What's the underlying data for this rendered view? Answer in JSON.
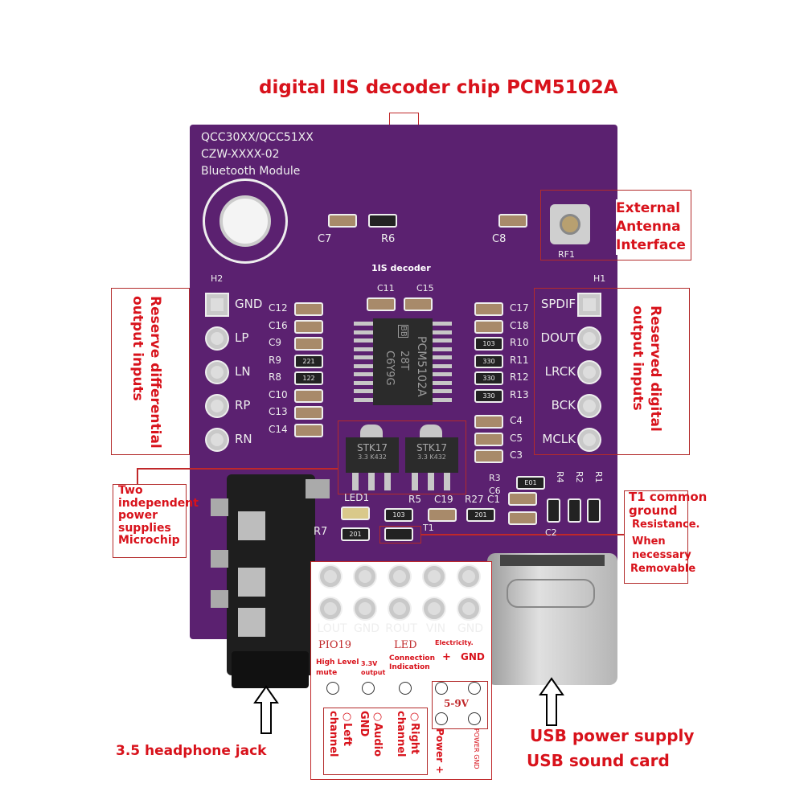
{
  "title": "digital IIS decoder chip PCM5102A",
  "board": {
    "silkscreen": [
      "QCC30XX/QCC51XX",
      "CZW-XXXX-02",
      "Bluetooth Module"
    ],
    "mount_labels": {
      "left": "H2",
      "right": "H1"
    },
    "rf_label": "RF1",
    "chip": {
      "lines": [
        "PCM5102A",
        "28T",
        "C6Y9G"
      ],
      "logo": "BB"
    },
    "regulator_text": [
      "STK17",
      "3.3 K432"
    ],
    "left_pins": [
      "GND",
      "LP",
      "LN",
      "RP",
      "RN"
    ],
    "right_pins": [
      "SPDIF",
      "DOUT",
      "LRCK",
      "BCK",
      "MCLK"
    ],
    "bottom_pins": [
      "LOUT",
      "GND",
      "ROUT",
      "VIN",
      "GND"
    ],
    "left_components": [
      {
        "ref": "C12",
        "kind": "cap"
      },
      {
        "ref": "C16",
        "kind": "cap"
      },
      {
        "ref": "C9",
        "kind": "cap"
      },
      {
        "ref": "R9",
        "kind": "res",
        "code": "221"
      },
      {
        "ref": "R8",
        "kind": "res",
        "code": "122"
      },
      {
        "ref": "C10",
        "kind": "cap"
      },
      {
        "ref": "C13",
        "kind": "cap"
      },
      {
        "ref": "C14",
        "kind": "cap"
      }
    ],
    "right_components": [
      {
        "ref": "C17",
        "kind": "cap"
      },
      {
        "ref": "C18",
        "kind": "cap"
      },
      {
        "ref": "R10",
        "kind": "res",
        "code": "103"
      },
      {
        "ref": "R11",
        "kind": "res",
        "code": "330"
      },
      {
        "ref": "R12",
        "kind": "res",
        "code": "330"
      },
      {
        "ref": "R13",
        "kind": "res",
        "code": "330"
      },
      {
        "ref": "C4",
        "kind": "cap"
      },
      {
        "ref": "C5",
        "kind": "cap"
      },
      {
        "ref": "C3",
        "kind": "cap"
      }
    ],
    "misc_refs": {
      "c7": "C7",
      "r6": "R6",
      "c8": "C8",
      "c11": "C11",
      "c15": "C15",
      "led1": "LED1",
      "r5": "R5",
      "c19": "C19",
      "r27": "R27",
      "c1": "C1",
      "r3": "R3",
      "c6": "C6",
      "r4": "R4",
      "r2": "R2",
      "r1": "R1",
      "r7": "R7",
      "t1": "T1",
      "c2": "C2"
    },
    "res_codes": {
      "r5": "103",
      "r27": "201",
      "r7": "201",
      "r3": "E01"
    }
  },
  "annotations": {
    "iis_decoder": "1IS decoder",
    "antenna": [
      "External",
      "Antenna",
      "Interface"
    ],
    "reserved_digital": "Reserved digital output inputs",
    "reserve_differential": "Reserve differential output inputs",
    "power_supplies": [
      "Two",
      "independent",
      "power",
      "supplies",
      "Microchip"
    ],
    "t1": [
      "T1 common",
      "ground",
      "Resistance.",
      "When",
      "necessary",
      "Removable"
    ],
    "headphone": "3.5 headphone jack",
    "usb": [
      "USB power supply",
      "USB sound card"
    ]
  },
  "pinout_box": {
    "pio19": "PIO19",
    "led": "LED",
    "electricity": "Electricity.",
    "high_level": [
      "High Level",
      "mute"
    ],
    "v33": [
      "3.3V",
      "output"
    ],
    "connection": [
      "Connection",
      "Indication"
    ],
    "plus": "+",
    "gnd": "GND",
    "voltage": "5-9V",
    "left_channel": "○Left channel",
    "audio_gnd": "○Audio GND",
    "right_channel": "○Right channel",
    "power_plus": "Power +",
    "power_gnd": "POWER GND"
  },
  "colors": {
    "board": "#5b2170",
    "annotation": "#d8121b"
  }
}
